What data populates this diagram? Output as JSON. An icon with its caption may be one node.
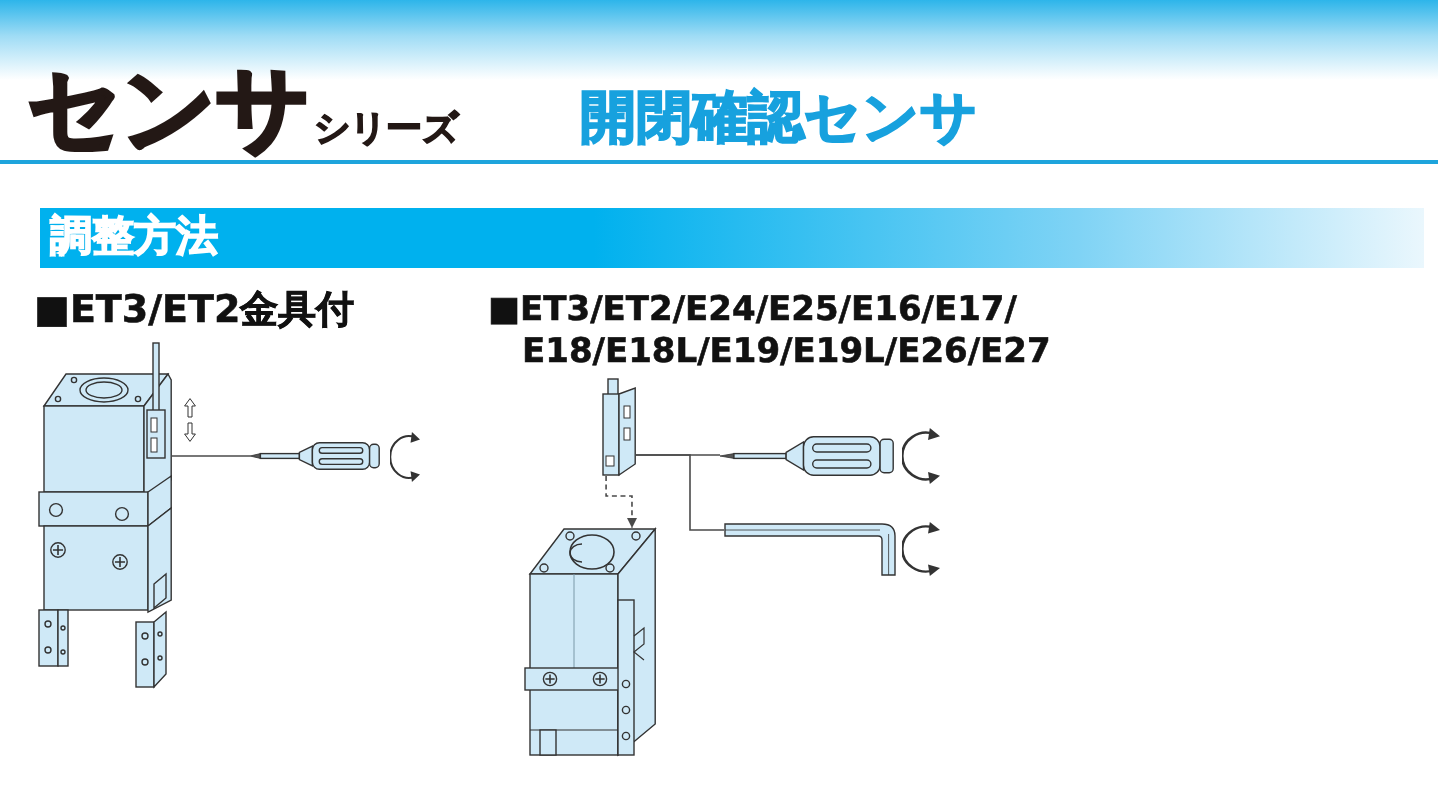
{
  "diagram": {
    "title": "センサ",
    "nodes": [
      {
        "text": [],
        "shape": "picture"
      },
      {
        "text": [],
        "shape": "picture"
      },
      {
        "text": [],
        "shape": "picture"
      },
      {
        "text": [],
        "shape": "picture"
      },
      {
        "text": [],
        "shape": "picture"
      },
      {
        "text": [],
        "shape": "picture"
      }
    ],
    "edges": [
      {
        "from": 0,
        "to": 1,
        "arrow": "none"
      },
      {
        "from": 2,
        "to": 3,
        "arrow": "none"
      },
      {
        "from": 2,
        "to": 4,
        "arrow": "none"
      },
      {
        "from": 2,
        "to": 5,
        "arrow": "to",
        "style": "dashed"
      }
    ],
    "labels": [
      "シリーズ",
      "開閉確認センサ",
      "調整方法",
      "■ET3/ET2金具付",
      "■ET3/ET2/E24/E25/E16/E17/ E18/E18L/E19/E19L/E26/E27"
    ]
  }
}
